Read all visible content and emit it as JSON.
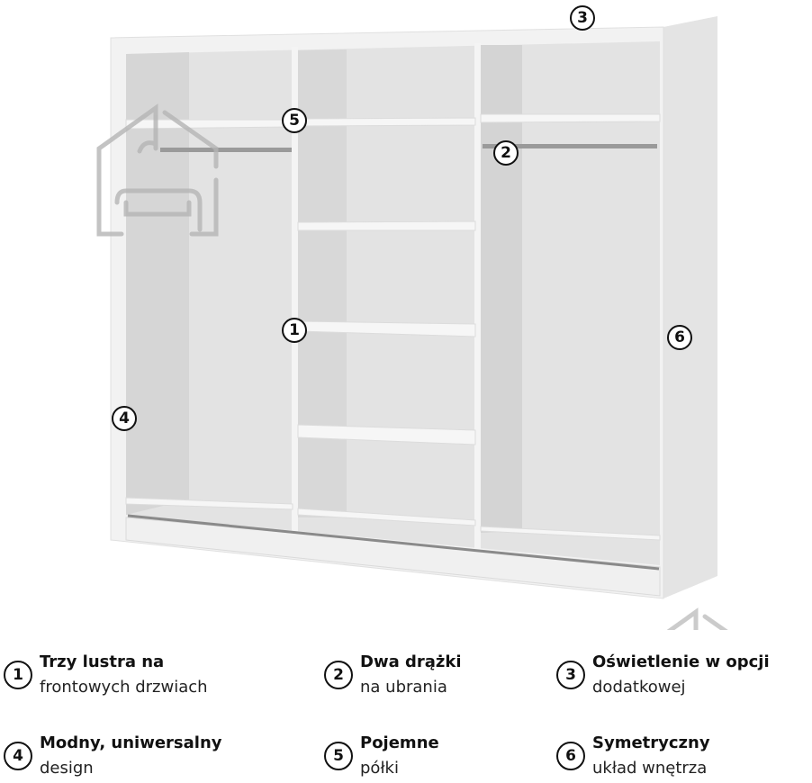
{
  "markers": [
    {
      "n": "3",
      "label": "Oświetlenie w opcji"
    },
    {
      "n": "5"
    },
    {
      "n": "2"
    },
    {
      "n": "1"
    },
    {
      "n": "6"
    },
    {
      "n": "4"
    }
  ],
  "legend": [
    {
      "number": "1",
      "title": "Trzy lustra na",
      "subtitle": "frontowych drzwiach"
    },
    {
      "number": "2",
      "title": "Dwa drążki",
      "subtitle": "na ubrania"
    },
    {
      "number": "3",
      "title": "Oświetlenie w opcji",
      "subtitle": "dodatkowej"
    },
    {
      "number": "4",
      "title": "Modny, uniwersalny",
      "subtitle": "design"
    },
    {
      "number": "5",
      "title": "Pojemne",
      "subtitle": "półki"
    },
    {
      "number": "6",
      "title": "Symetryczny",
      "subtitle": "układ wnętrza"
    }
  ],
  "colors": {
    "frame": "#f0f0f0",
    "interior": "#e2e2e2",
    "shadow": "#cfcfcf",
    "rail": "#8a8a8a",
    "watermark": "#b5b5b5"
  }
}
